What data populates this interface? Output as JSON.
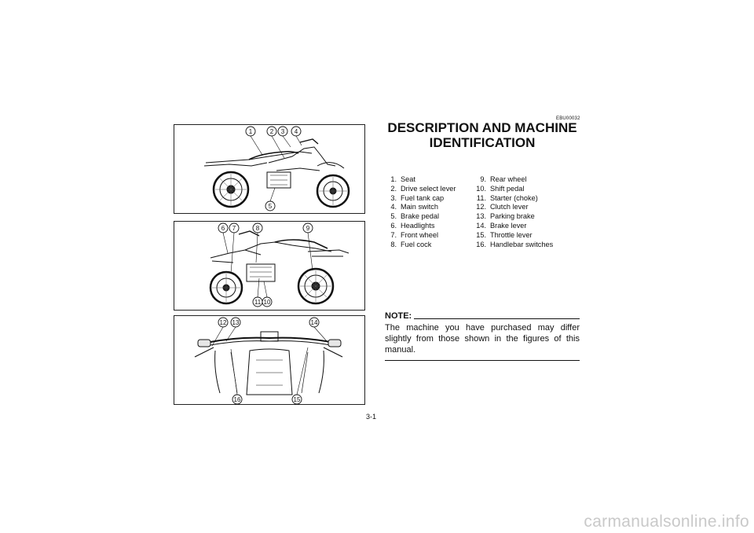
{
  "doc_code": "EBU00032",
  "title_line1": "DESCRIPTION AND MACHINE",
  "title_line2": "IDENTIFICATION",
  "parts_col1": [
    {
      "num": "1.",
      "label": "Seat"
    },
    {
      "num": "2.",
      "label": "Drive select lever"
    },
    {
      "num": "3.",
      "label": "Fuel tank cap"
    },
    {
      "num": "4.",
      "label": "Main switch"
    },
    {
      "num": "5.",
      "label": "Brake pedal"
    },
    {
      "num": "6.",
      "label": "Headlights"
    },
    {
      "num": "7.",
      "label": "Front wheel"
    },
    {
      "num": "8.",
      "label": "Fuel cock"
    }
  ],
  "parts_col2": [
    {
      "num": "9.",
      "label": "Rear wheel"
    },
    {
      "num": "10.",
      "label": "Shift pedal"
    },
    {
      "num": "11.",
      "label": "Starter (choke)"
    },
    {
      "num": "12.",
      "label": "Clutch lever"
    },
    {
      "num": "13.",
      "label": "Parking brake"
    },
    {
      "num": "14.",
      "label": "Brake lever"
    },
    {
      "num": "15.",
      "label": "Throttle lever"
    },
    {
      "num": "16.",
      "label": "Handlebar switches"
    }
  ],
  "note_label": "NOTE:",
  "note_text": "The machine you have purchased may differ slightly from those shown in the figures of this manual.",
  "page_number": "3-1",
  "watermark": "carmanualsonline.info",
  "callouts": {
    "c1": "1",
    "c2": "2",
    "c3": "3",
    "c4": "4",
    "c5": "5",
    "c6": "6",
    "c7": "7",
    "c8": "8",
    "c9": "9",
    "c10": "10",
    "c11": "11",
    "c12": "12",
    "c13": "13",
    "c14": "14",
    "c15": "15",
    "c16": "16"
  }
}
